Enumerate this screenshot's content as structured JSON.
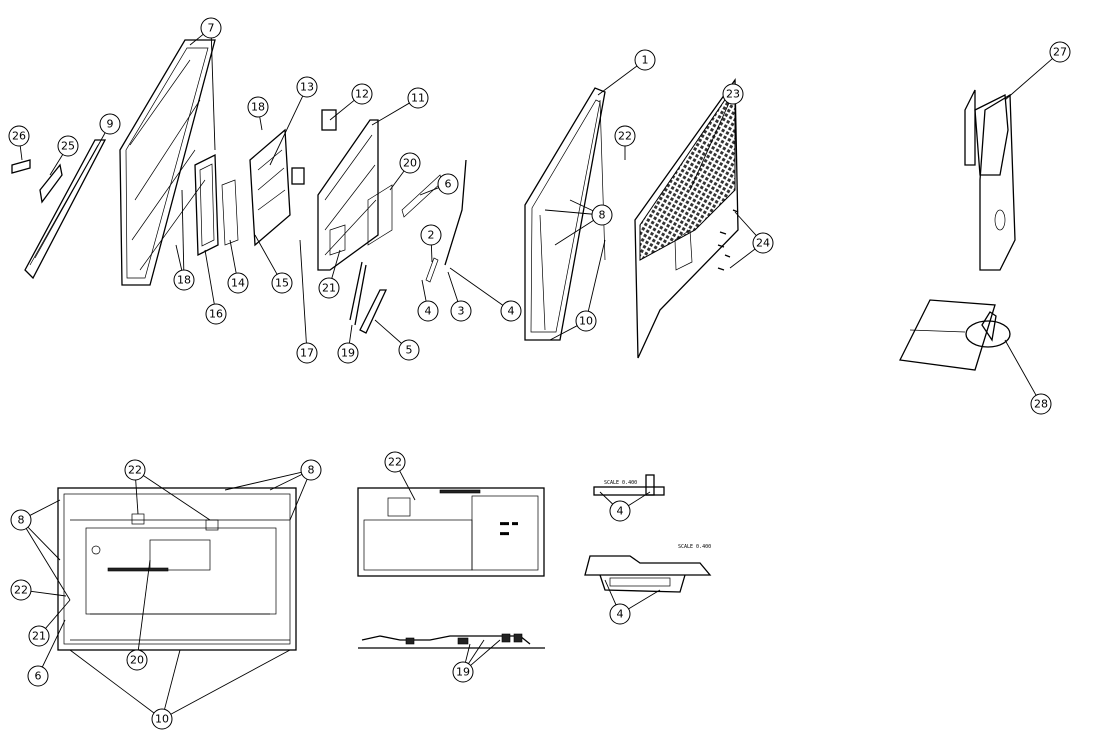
{
  "diagram": {
    "title": "",
    "callouts": [
      "7",
      "26",
      "25",
      "9",
      "18",
      "13",
      "12",
      "11",
      "20",
      "6",
      "2",
      "14",
      "15",
      "16",
      "18",
      "17",
      "21",
      "19",
      "5",
      "4",
      "3",
      "4",
      "1",
      "22",
      "23",
      "8",
      "10",
      "24",
      "27",
      "28",
      "22",
      "8",
      "8",
      "22",
      "21",
      "6",
      "20",
      "10",
      "22",
      "19",
      "4",
      "4"
    ],
    "scale_labels": [
      "SCALE 0.400",
      "SCALE 0.400"
    ]
  }
}
